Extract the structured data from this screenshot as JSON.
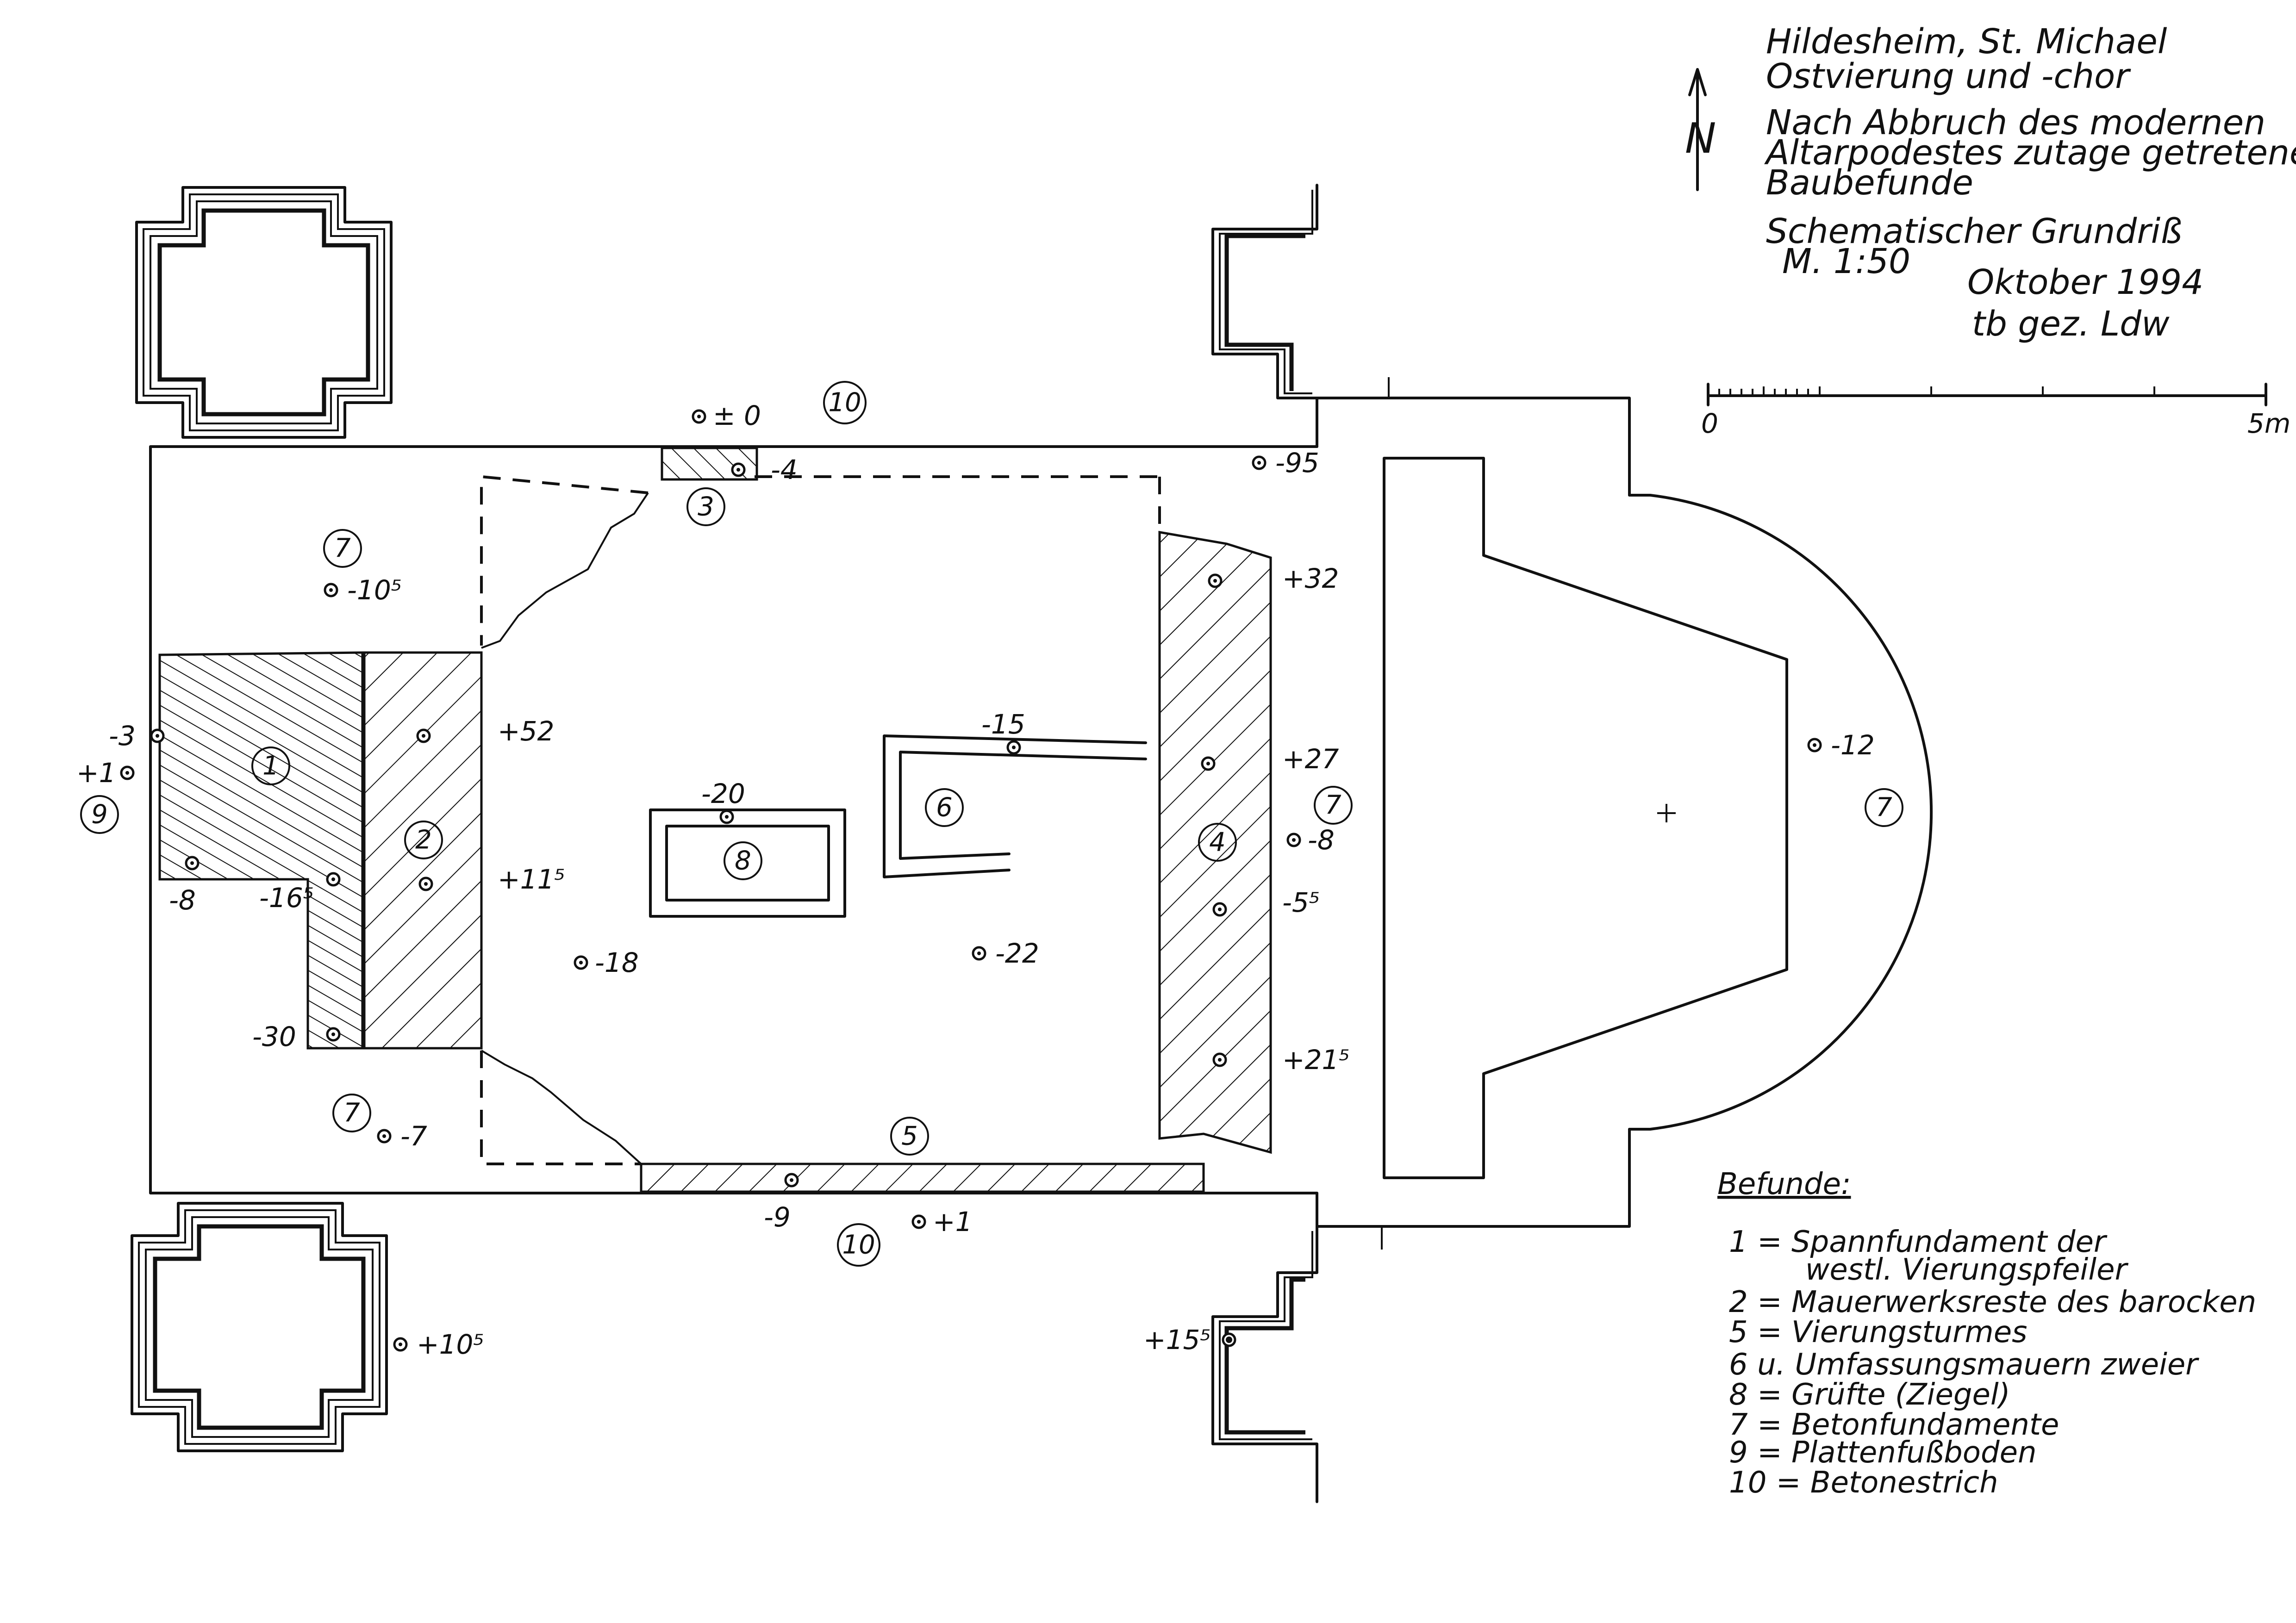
{
  "title": {
    "line1": "Hildesheim, St. Michael",
    "line2": "Ostvierung und -chor",
    "desc1": "Nach Abbruch des modernen",
    "desc2": "Altarpodestes zutage getretene",
    "desc3": "Baubefunde",
    "plan_type": "Schematischer Grundriß",
    "scale": "M. 1:50",
    "date": "Oktober 1994",
    "author": "tb gez. Ldw"
  },
  "north_label": "N",
  "scale_bar": {
    "start": "0",
    "end": "5m"
  },
  "elevations": [
    {
      "id": "e-pm0",
      "text": "± 0"
    },
    {
      "id": "e-m4",
      "text": "-4"
    },
    {
      "id": "e-m95",
      "text": "-95"
    },
    {
      "id": "e-m105",
      "text": "-10⁵"
    },
    {
      "id": "e-p32",
      "text": "+32"
    },
    {
      "id": "e-p52",
      "text": "+52"
    },
    {
      "id": "e-m3",
      "text": "-3"
    },
    {
      "id": "e-p1a",
      "text": "+1"
    },
    {
      "id": "e-m15",
      "text": "-15"
    },
    {
      "id": "e-p27",
      "text": "+27"
    },
    {
      "id": "e-m12",
      "text": "-12"
    },
    {
      "id": "e-m20",
      "text": "-20"
    },
    {
      "id": "e-m8a",
      "text": "-8"
    },
    {
      "id": "e-m8b",
      "text": "-8"
    },
    {
      "id": "e-m165",
      "text": "-16⁵"
    },
    {
      "id": "e-p115",
      "text": "+11⁵"
    },
    {
      "id": "e-m55",
      "text": "-5⁵"
    },
    {
      "id": "e-m18",
      "text": "-18"
    },
    {
      "id": "e-m22",
      "text": "-22"
    },
    {
      "id": "e-m30",
      "text": "-30"
    },
    {
      "id": "e-p215",
      "text": "+21⁵"
    },
    {
      "id": "e-m7",
      "text": "-7"
    },
    {
      "id": "e-m9",
      "text": "-9"
    },
    {
      "id": "e-p1b",
      "text": "+1"
    },
    {
      "id": "e-p105",
      "text": "+10⁵"
    },
    {
      "id": "e-p155",
      "text": "+15⁵"
    }
  ],
  "markers": {
    "m1": "1",
    "m2": "2",
    "m3": "3",
    "m4": "4",
    "m5": "5",
    "m6": "6",
    "m7a": "7",
    "m7b": "7",
    "m7c": "7",
    "m7d": "7",
    "m8": "8",
    "m9": "9",
    "m10a": "10",
    "m10b": "10"
  },
  "legend": {
    "heading": "Befunde:",
    "items": [
      "1 = Spannfundament der",
      "westl. Vierungspfeiler",
      "2 = Mauerwerksreste des barocken",
      "5 = Vierungsturmes",
      "6 u. Umfassungsmauern zweier",
      "8 = Grüfte (Ziegel)",
      "7 = Betonfundamente",
      "9 = Plattenfußboden",
      "10 = Betonestrich"
    ]
  }
}
